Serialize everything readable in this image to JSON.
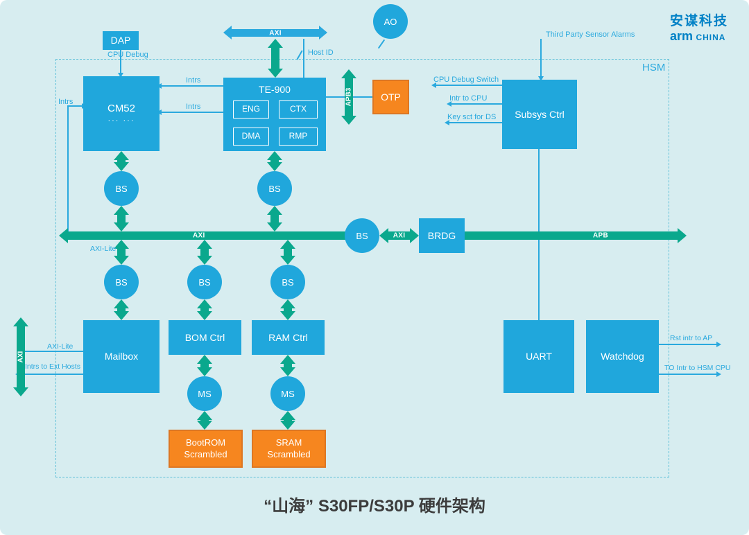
{
  "page": {
    "title": "“山海” S30FP/S30P 硬件架构",
    "hsm_label": "HSM"
  },
  "logo": {
    "chinese": "安谋科技",
    "arm": "arm",
    "china": "CHINA"
  },
  "blocks": {
    "dap": "DAP",
    "ao": "AO",
    "cm52": "CM52",
    "cm52_sub": "···  ···",
    "te900": "TE-900",
    "eng": "ENG",
    "ctx": "CTX",
    "dma": "DMA",
    "rmp": "RMP",
    "otp": "OTP",
    "subsys_ctrl": "Subsys Ctrl",
    "brdg": "BRDG",
    "mailbox": "Mailbox",
    "bom_ctrl": "BOM Ctrl",
    "ram_ctrl": "RAM Ctrl",
    "uart": "UART",
    "watchdog": "Watchdog",
    "bootrom_l1": "BootROM",
    "bootrom_l2": "Scrambled",
    "sram_l1": "SRAM",
    "sram_l2": "Scrambled",
    "bs": "BS",
    "ms": "MS"
  },
  "buses": {
    "axi_top": "AXI",
    "axi_main": "AXI",
    "axi_bridge": "AXI",
    "apb": "APB",
    "apb3": "APB3",
    "axi_left": "AXI"
  },
  "labels": {
    "cpu_debug": "CPU Debug",
    "host_id": "Host ID",
    "intrs_1": "Intrs",
    "intrs_2": "Intrs",
    "intrs_left": "Intrs",
    "third_party_alarms": "Third Party Sensor Alarms",
    "cpu_debug_switch": "CPU Debug Switch",
    "intr_to_cpu": "Intr to CPU",
    "key_sct_for_ds": "Key sct for DS",
    "axi_lite_mid": "AXI-Lite",
    "axi_lite_left": "AXI-Lite",
    "intrs_ext_hosts": "Intrs to Ext Hosts",
    "rst_intr_ap": "Rst intr to AP",
    "to_intr_hsm": "TO Intr to HSM CPU"
  },
  "colors": {
    "background": "#d7edf0",
    "block_blue": "#20a7dc",
    "line_blue": "#2aa9de",
    "bus_green": "#0aa88d",
    "orange_fill": "#f6861f",
    "orange_border": "#dd7723",
    "logo_blue": "#0081c6",
    "title_text": "#3c3c3c"
  }
}
